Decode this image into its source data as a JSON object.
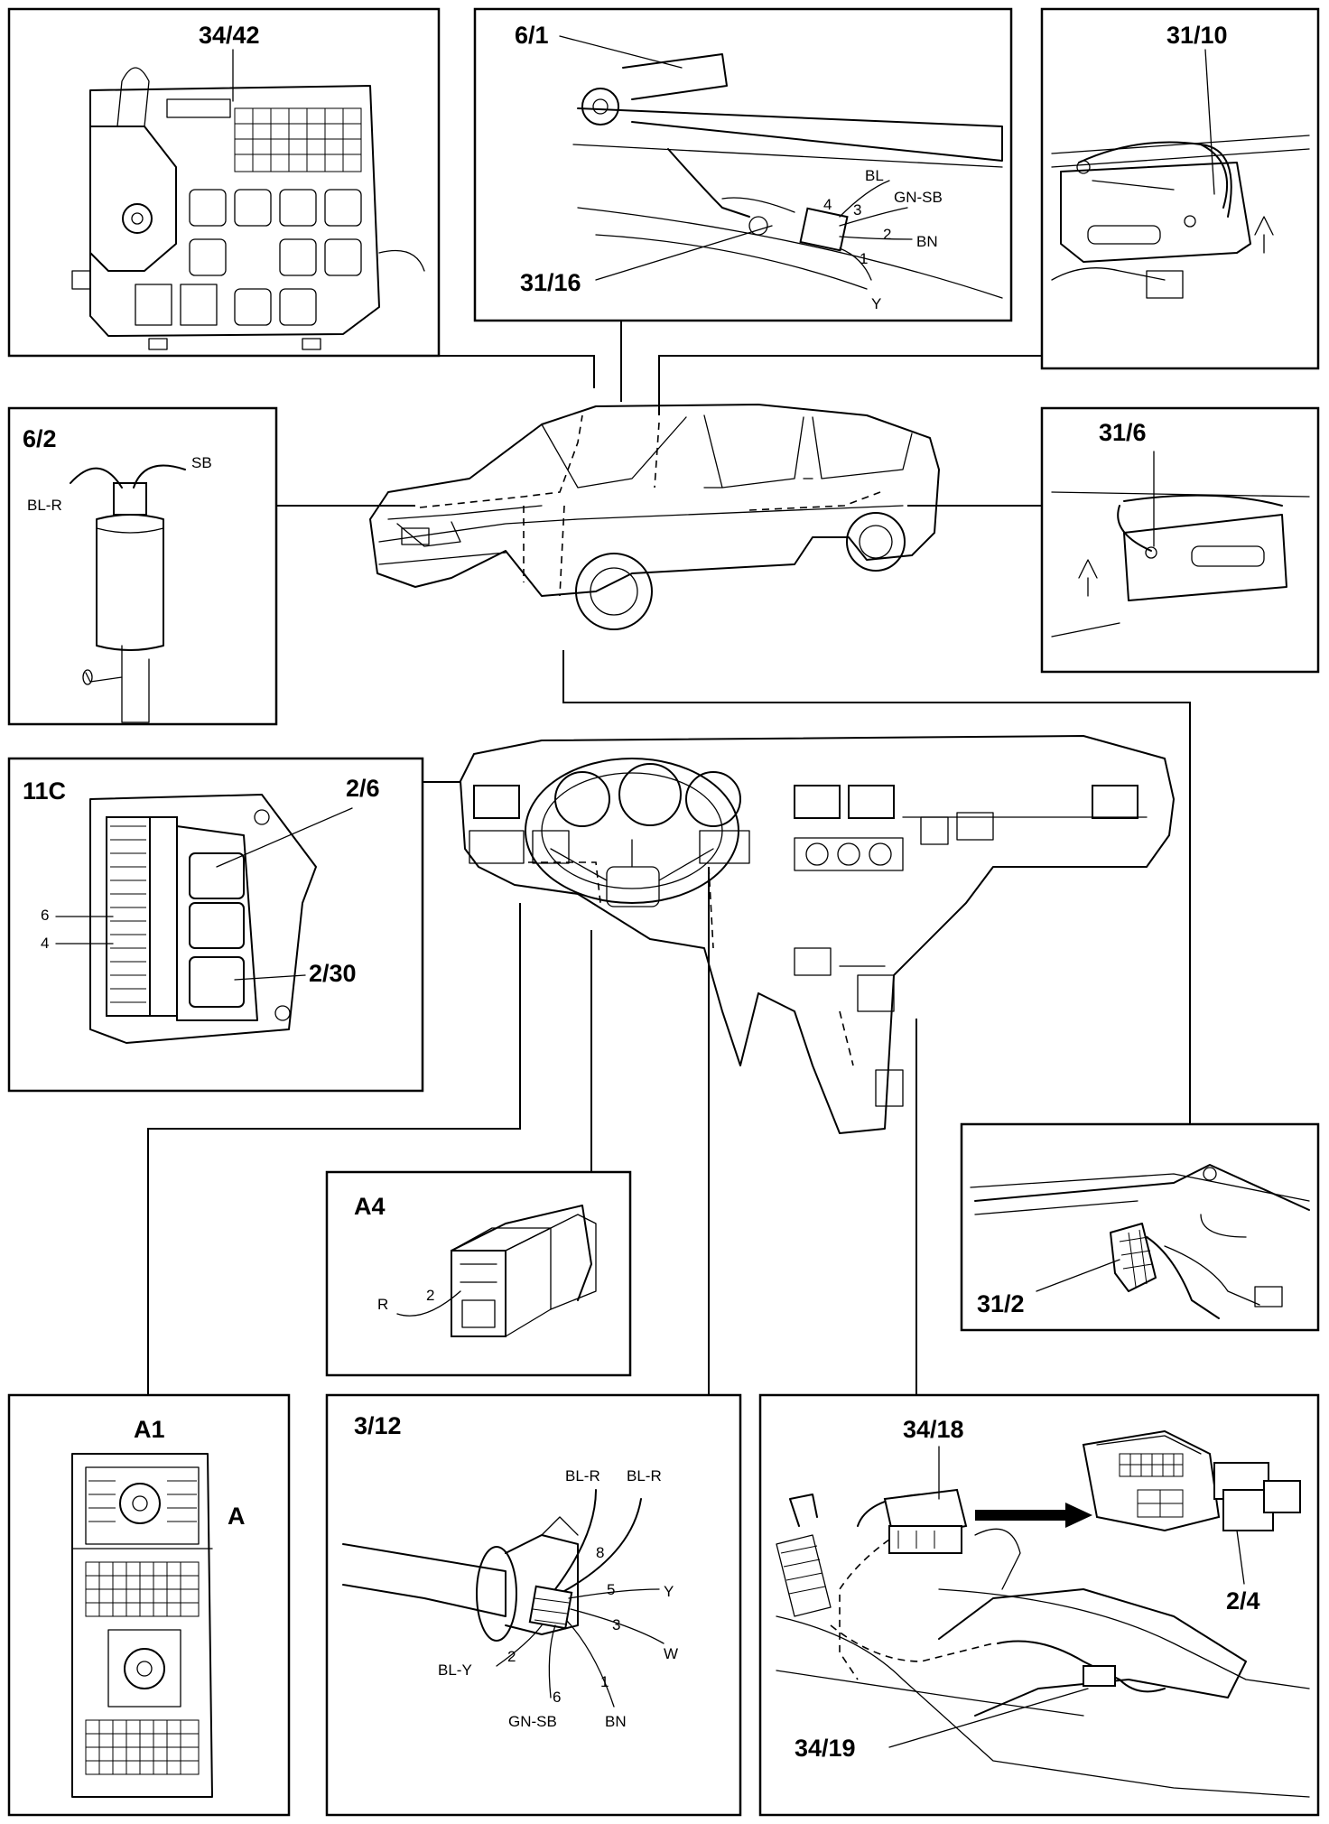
{
  "panels": {
    "p34_42": {
      "label": "34/42"
    },
    "p6_1": {
      "label": "6/1",
      "label2": "31/16",
      "wires": [
        "BL",
        "GN-SB",
        "BN",
        "Y"
      ],
      "pins": [
        "4",
        "3",
        "2",
        "1"
      ]
    },
    "p31_10": {
      "label": "31/10"
    },
    "p6_2": {
      "label": "6/2",
      "wires": [
        "BL-R",
        "SB"
      ]
    },
    "p31_6": {
      "label": "31/6"
    },
    "p11c": {
      "label": "11C",
      "label2": "2/6",
      "label3": "2/30",
      "pins": [
        "6",
        "4"
      ]
    },
    "pa4": {
      "label": "A4",
      "wire": "R",
      "pin": "2"
    },
    "p31_2": {
      "label": "31/2"
    },
    "pa1": {
      "label": "A1",
      "label2": "A"
    },
    "p3_12": {
      "label": "3/12",
      "wires": [
        "BL-R",
        "BL-R",
        "Y",
        "W",
        "BN",
        "GN-SB",
        "BL-Y"
      ],
      "pins": [
        "8",
        "5",
        "3",
        "1",
        "6",
        "2"
      ]
    },
    "p34_18": {
      "label": "34/18",
      "label2": "2/4",
      "label3": "34/19"
    }
  }
}
